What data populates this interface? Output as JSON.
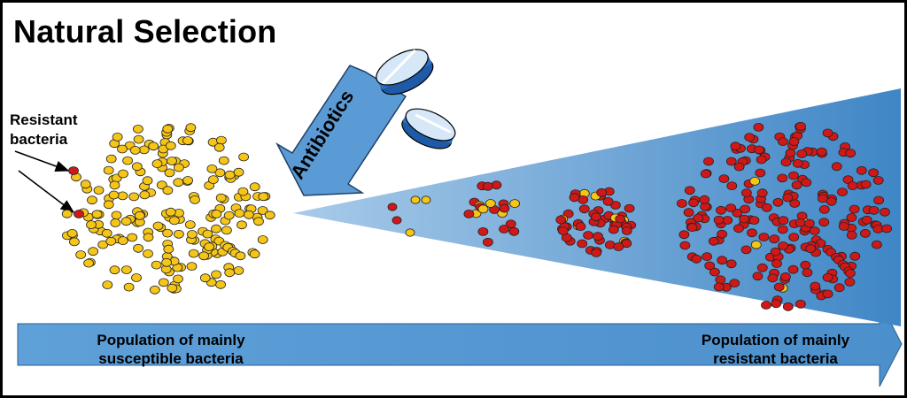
{
  "title": "Natural Selection",
  "resistant_label": "Resistant\nbacteria",
  "antibiotics_label": "Antibiotics",
  "bottom_arrow": {
    "left_text": "Population of mainly\nsusceptible bacteria",
    "right_text": "Population of mainly\nresistant bacteria"
  },
  "colors": {
    "susceptible": "#f5c518",
    "resistant": "#d01818",
    "arrow_blue": "#5b9bd5",
    "wedge_dark": "#3f86c6",
    "wedge_light": "#a9cbe9"
  },
  "icons": [
    "pill-icon",
    "pill-icon"
  ]
}
